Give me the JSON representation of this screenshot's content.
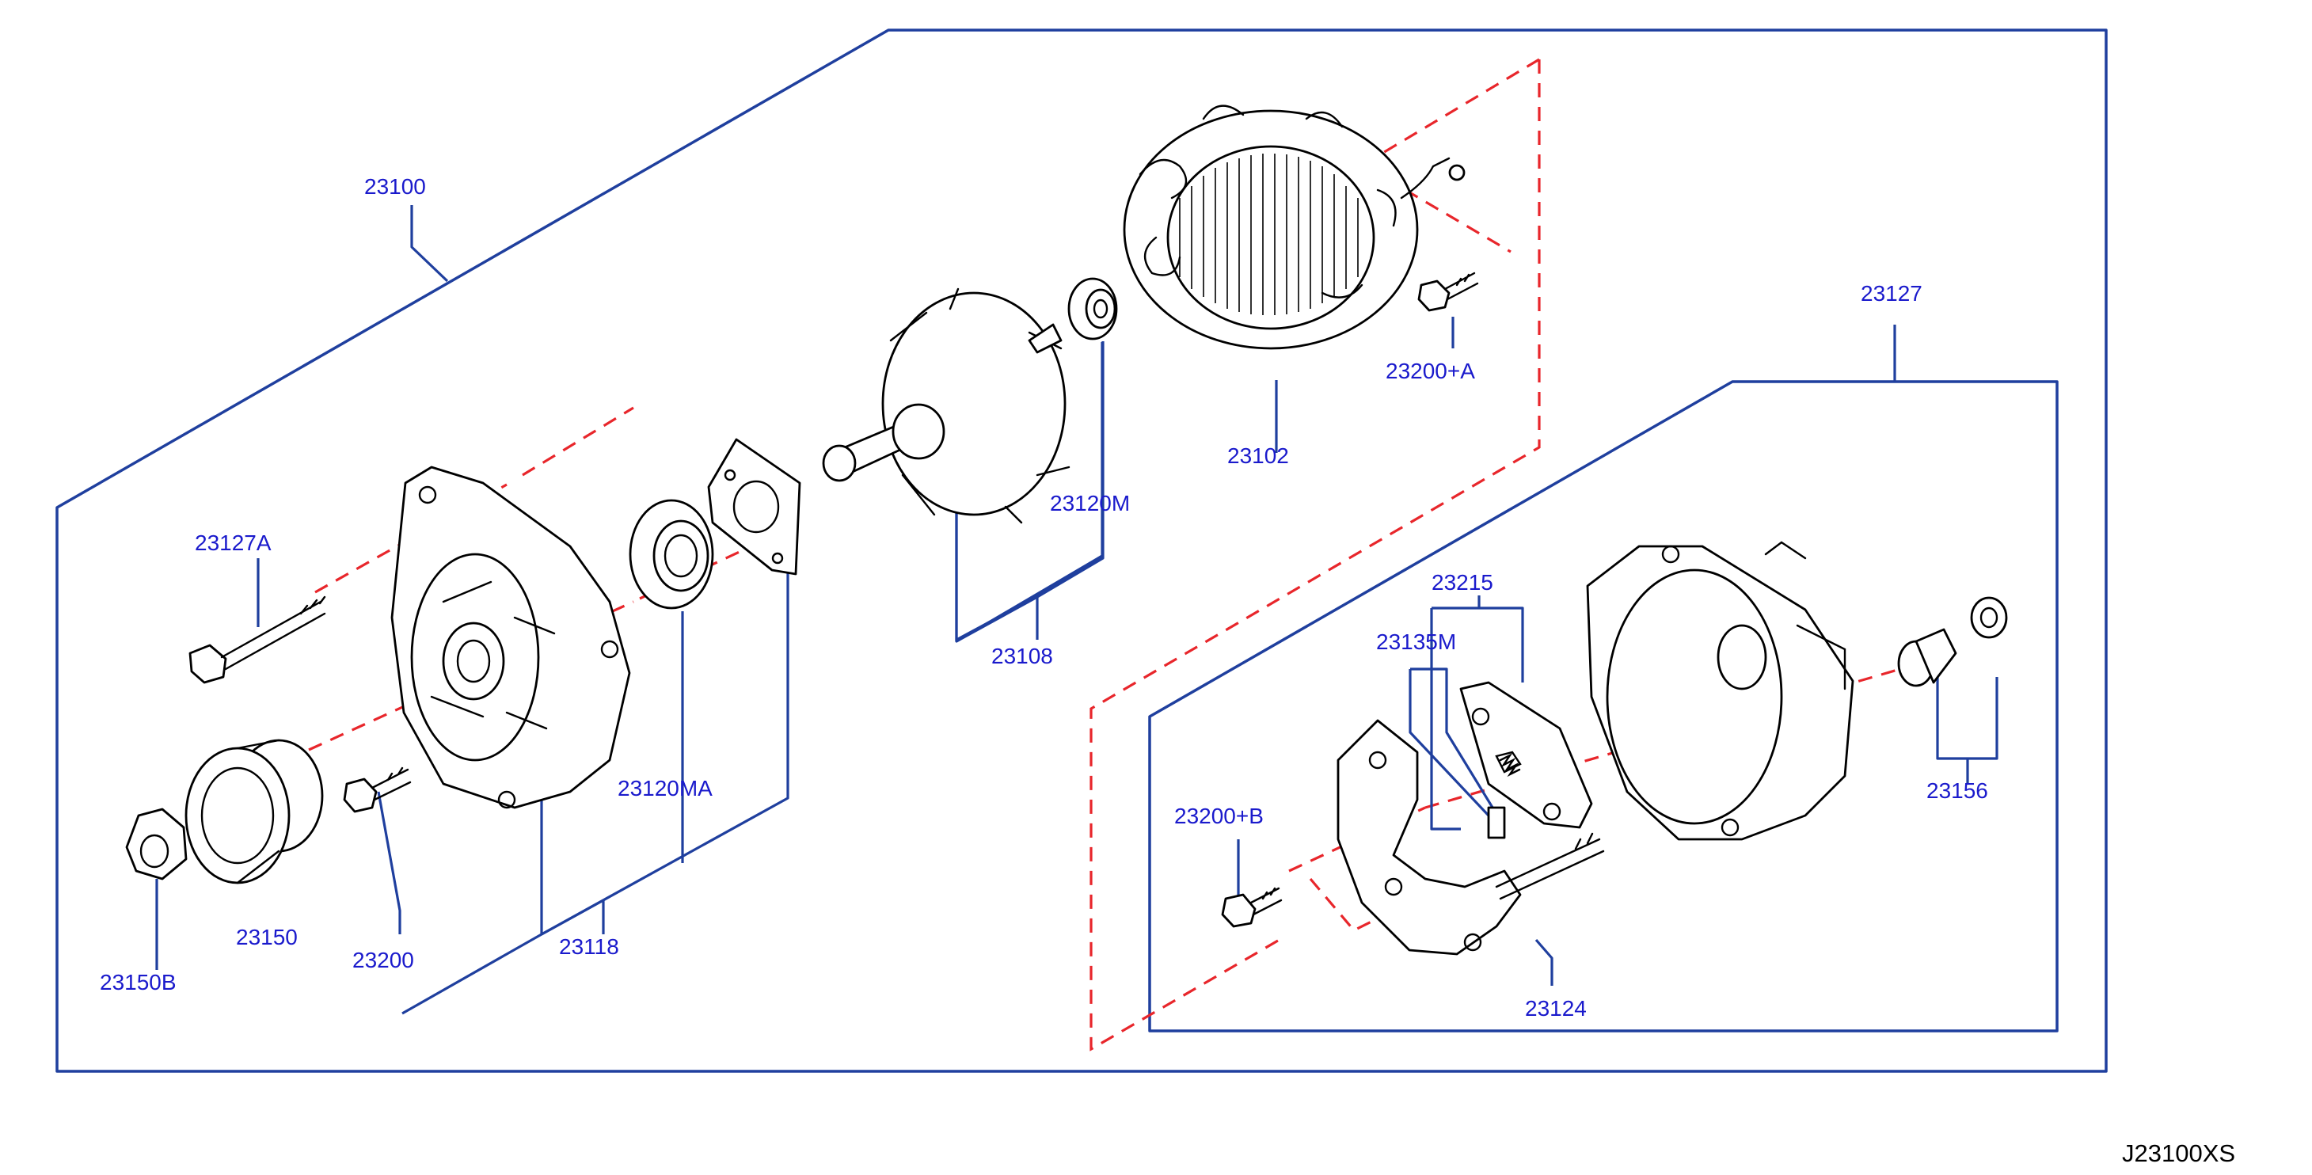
{
  "diagram_code": "J23100XS",
  "labels": {
    "l23100": "23100",
    "l23102": "23102",
    "l23200A": "23200+A",
    "l23127": "23127",
    "l23127A": "23127A",
    "l23120M": "23120M",
    "l23108": "23108",
    "l23215": "23215",
    "l23135M": "23135M",
    "l23156": "23156",
    "l23200B": "23200+B",
    "l23120MA": "23120MA",
    "l23150": "23150",
    "l23200": "23200",
    "l23118": "23118",
    "l23150B": "23150B",
    "l23124": "23124"
  }
}
